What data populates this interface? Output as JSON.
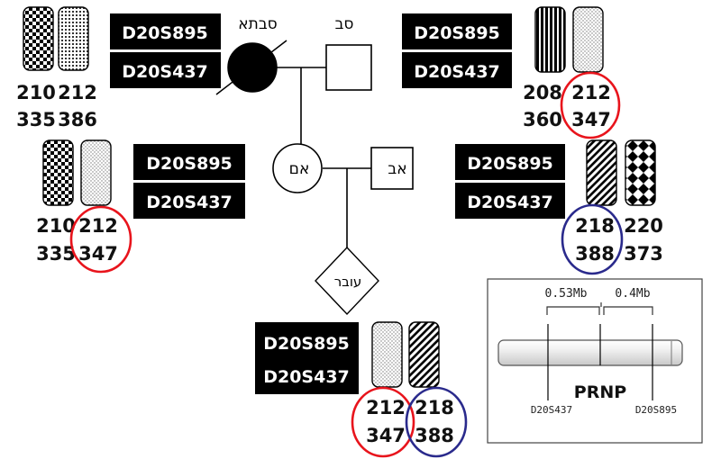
{
  "pedigree": {
    "grandmother_label": "סבתא",
    "grandfather_label": "סב",
    "mother_label": "אם",
    "father_label": "אב",
    "fetus_label": "עובר"
  },
  "markers": {
    "grandmother": [
      "D20S895",
      "D20S437"
    ],
    "grandfather": [
      "D20S895",
      "D20S437"
    ],
    "mother": [
      "D20S895",
      "D20S437"
    ],
    "father": [
      "D20S895",
      "D20S437"
    ],
    "fetus": [
      "D20S895",
      "D20S437"
    ]
  },
  "alleles": {
    "grandmother_left": [
      "210",
      "335"
    ],
    "grandmother_right": [
      "212",
      "386"
    ],
    "grandfather_left": [
      "208",
      "360"
    ],
    "grandfather_right": [
      "212",
      "347"
    ],
    "mother_left": [
      "210",
      "335"
    ],
    "mother_right": [
      "212",
      "347"
    ],
    "father_left": [
      "218",
      "388"
    ],
    "father_right": [
      "220",
      "373"
    ],
    "fetus_left": [
      "212",
      "347"
    ],
    "fetus_right": [
      "218",
      "388"
    ]
  },
  "inset": {
    "distance_left": "0.53Mb",
    "distance_right": "0.4Mb",
    "gene": "PRNP",
    "marker_left": "D20S437",
    "marker_right": "D20S895"
  },
  "colors": {
    "maternal_highlight": "#e8141c",
    "paternal_highlight": "#2a2a8c",
    "box_fill": "#000000",
    "box_text": "#ffffff"
  }
}
